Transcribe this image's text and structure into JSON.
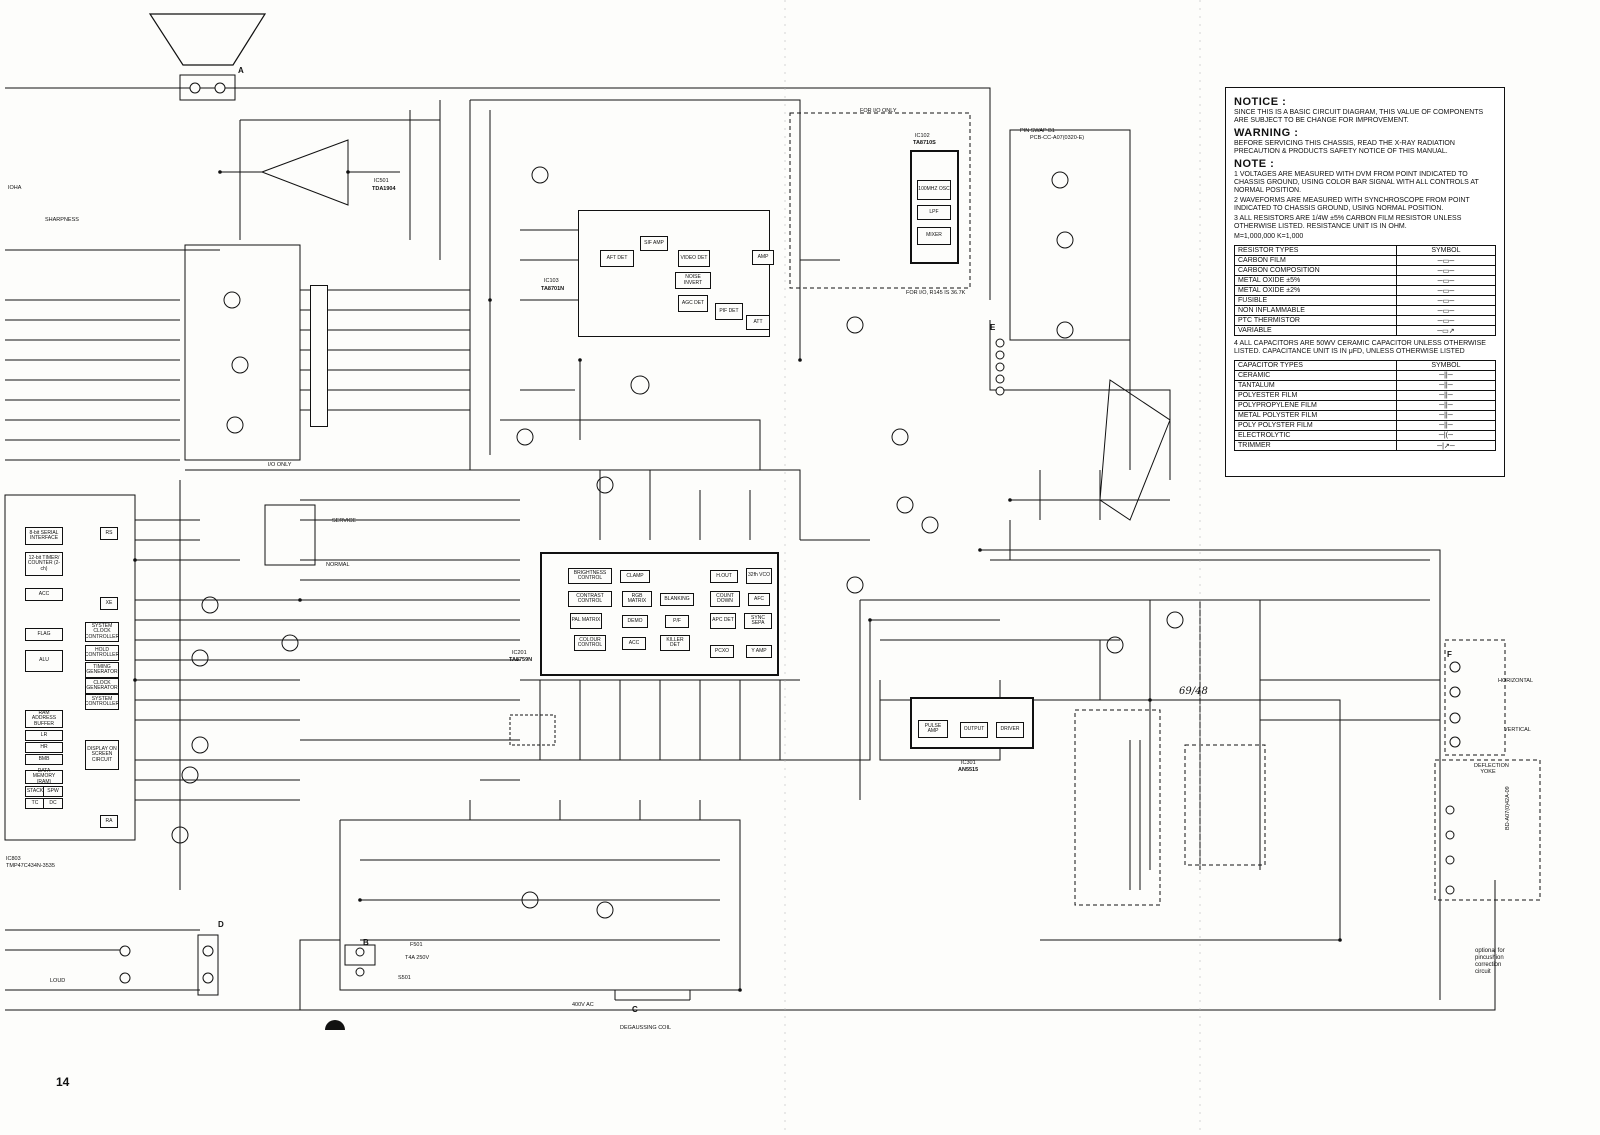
{
  "page_number": "14",
  "notice": {
    "title": "NOTICE :",
    "text": "SINCE THIS IS A BASIC CIRCUIT DIAGRAM, THIS VALUE OF COMPONENTS ARE SUBJECT TO BE CHANGE FOR IMPROVEMENT.",
    "warning_title": "WARNING :",
    "warning_text": "BEFORE SERVICING THIS CHASSIS, READ THE X-RAY RADIATION PRECAUTION & PRODUCTS SAFETY NOTICE OF THIS MANUAL.",
    "note_title": "NOTE :",
    "notes": [
      "1 VOLTAGES ARE MEASURED WITH DVM FROM POINT INDICATED TO CHASSIS GROUND, USING COLOR BAR SIGNAL WITH ALL CONTROLS AT NORMAL POSITION.",
      "2 WAVEFORMS ARE MEASURED WITH SYNCHROSCOPE FROM POINT INDICATED TO CHASSIS GROUND, USING NORMAL POSITION.",
      "3 ALL RESISTORS ARE 1/4W ±5% CARBON FILM RESISTOR UNLESS OTHERWISE LISTED. RESISTANCE UNIT IS IN OHM.",
      "M=1,000,000  K=1,000"
    ],
    "resistor_header": [
      "RESISTOR TYPES",
      "SYMBOL"
    ],
    "resistor_types": [
      "CARBON FILM",
      "CARBON COMPOSITION",
      "METAL OXIDE ±5%",
      "METAL OXIDE ±2%",
      "FUSIBLE",
      "NON INFLAMMABLE",
      "PTC THERMISTOR",
      "VARIABLE"
    ],
    "capacitor_note": "4 ALL CAPACITORS ARE 50WV CERAMIC CAPACITOR UNLESS OTHERWISE LISTED. CAPACITANCE UNIT IS IN μFD, UNLESS OTHERWISE LISTED",
    "capacitor_header": [
      "CAPACITOR TYPES",
      "SYMBOL"
    ],
    "capacitor_types": [
      "CERAMIC",
      "TANTALUM",
      "POLYESTER FILM",
      "POLYPROPYLENE FILM",
      "METAL POLYSTER FILM",
      "POLY POLYSTER FILM",
      "ELECTROLYTIC",
      "TRIMMER"
    ]
  },
  "ics": {
    "audio": {
      "ref": "IC501",
      "part": "TDA1904"
    },
    "if": {
      "ref": "IC103",
      "part": "TA8701N"
    },
    "tuner": {
      "ref": "IC102",
      "part": "TA8710S"
    },
    "chroma": {
      "ref": "IC201",
      "part": "TA8759N"
    },
    "vertical": {
      "ref": "IC301",
      "part": "AN5515"
    },
    "micro": {
      "ref": "IC803",
      "part": "TMP47C434N-3535"
    }
  },
  "labels": {
    "for_io_only": "FOR I/O ONLY",
    "for_io_rh": "FOR I/O, R145 IS 36.7K",
    "pin_swap": "PIN SWAP B1",
    "pcb": "PCB-CC-A07(0320-E)",
    "service": "SERVICE",
    "normal": "NORMAL",
    "horizontal": "HORIZONTAL",
    "vertical": "VERTICAL",
    "deflection_yoke": "DEFLECTION YOKE",
    "degaussing_coil": "DEGAUSSING COIL",
    "optional_note": "optional for pincushion correction circuit",
    "handwritten": "69/48",
    "side_code": "BD-A07(0)42A-09",
    "io_only": "I/O ONLY",
    "loud": "LOUD",
    "ioha": "IOHA",
    "sharpness": "SHARPNESS"
  },
  "connectors": [
    "A",
    "B",
    "C",
    "D",
    "E",
    "F"
  ],
  "if_blocks": [
    "AFT DET",
    "VIDEO DET",
    "NOISE INVERT",
    "AGC DET",
    "PIF DET",
    "ATT",
    "AMP",
    "SIF AMP"
  ],
  "tuner_blocks": [
    "100MHZ OSC",
    "LPF",
    "MIXER"
  ],
  "chroma_blocks": [
    "BRIGHTNESS CONTROL",
    "CLAMP",
    "H.OUT",
    "32fh VCO",
    "CONTRAST CONTROL",
    "RGB MATRIX",
    "BLANKING",
    "COUNT DOWN",
    "AFC",
    "PAL MATRIX",
    "DEMO",
    "P/F",
    "APC DET",
    "SYNC SEPA",
    "COLOUR CONTROL",
    "ACC",
    "KILLER DET",
    "PCXO",
    "Y AMP"
  ],
  "vert_blocks": [
    "PULSE AMP",
    "OUTPUT",
    "DRIVER"
  ],
  "micro_blocks": [
    "8-bit SERIAL INTERFACE",
    "12-bit TIMER/ COUNTER (2-ch)",
    "ACC",
    "FLAG",
    "ALU",
    "RAM ADDRESS BUFFER",
    "LR",
    "HR",
    "BMB",
    "DATA MEMORY (RAM)",
    "STACK",
    "SPW",
    "TC",
    "DC",
    "RS",
    "RA",
    "XE",
    "SYSTEM CLOCK CONTROLLER",
    "HOLD CONTROLLER",
    "TIMING GENERATOR",
    "CLOCK GENERATOR",
    "SYSTEM CONTROLLER",
    "DISPLAY ON SCREEN CIRCUIT"
  ],
  "power": {
    "fuse": "F501",
    "fuse_val": "T4A 250V",
    "switch": "S501",
    "ac_note": "400V AC"
  }
}
